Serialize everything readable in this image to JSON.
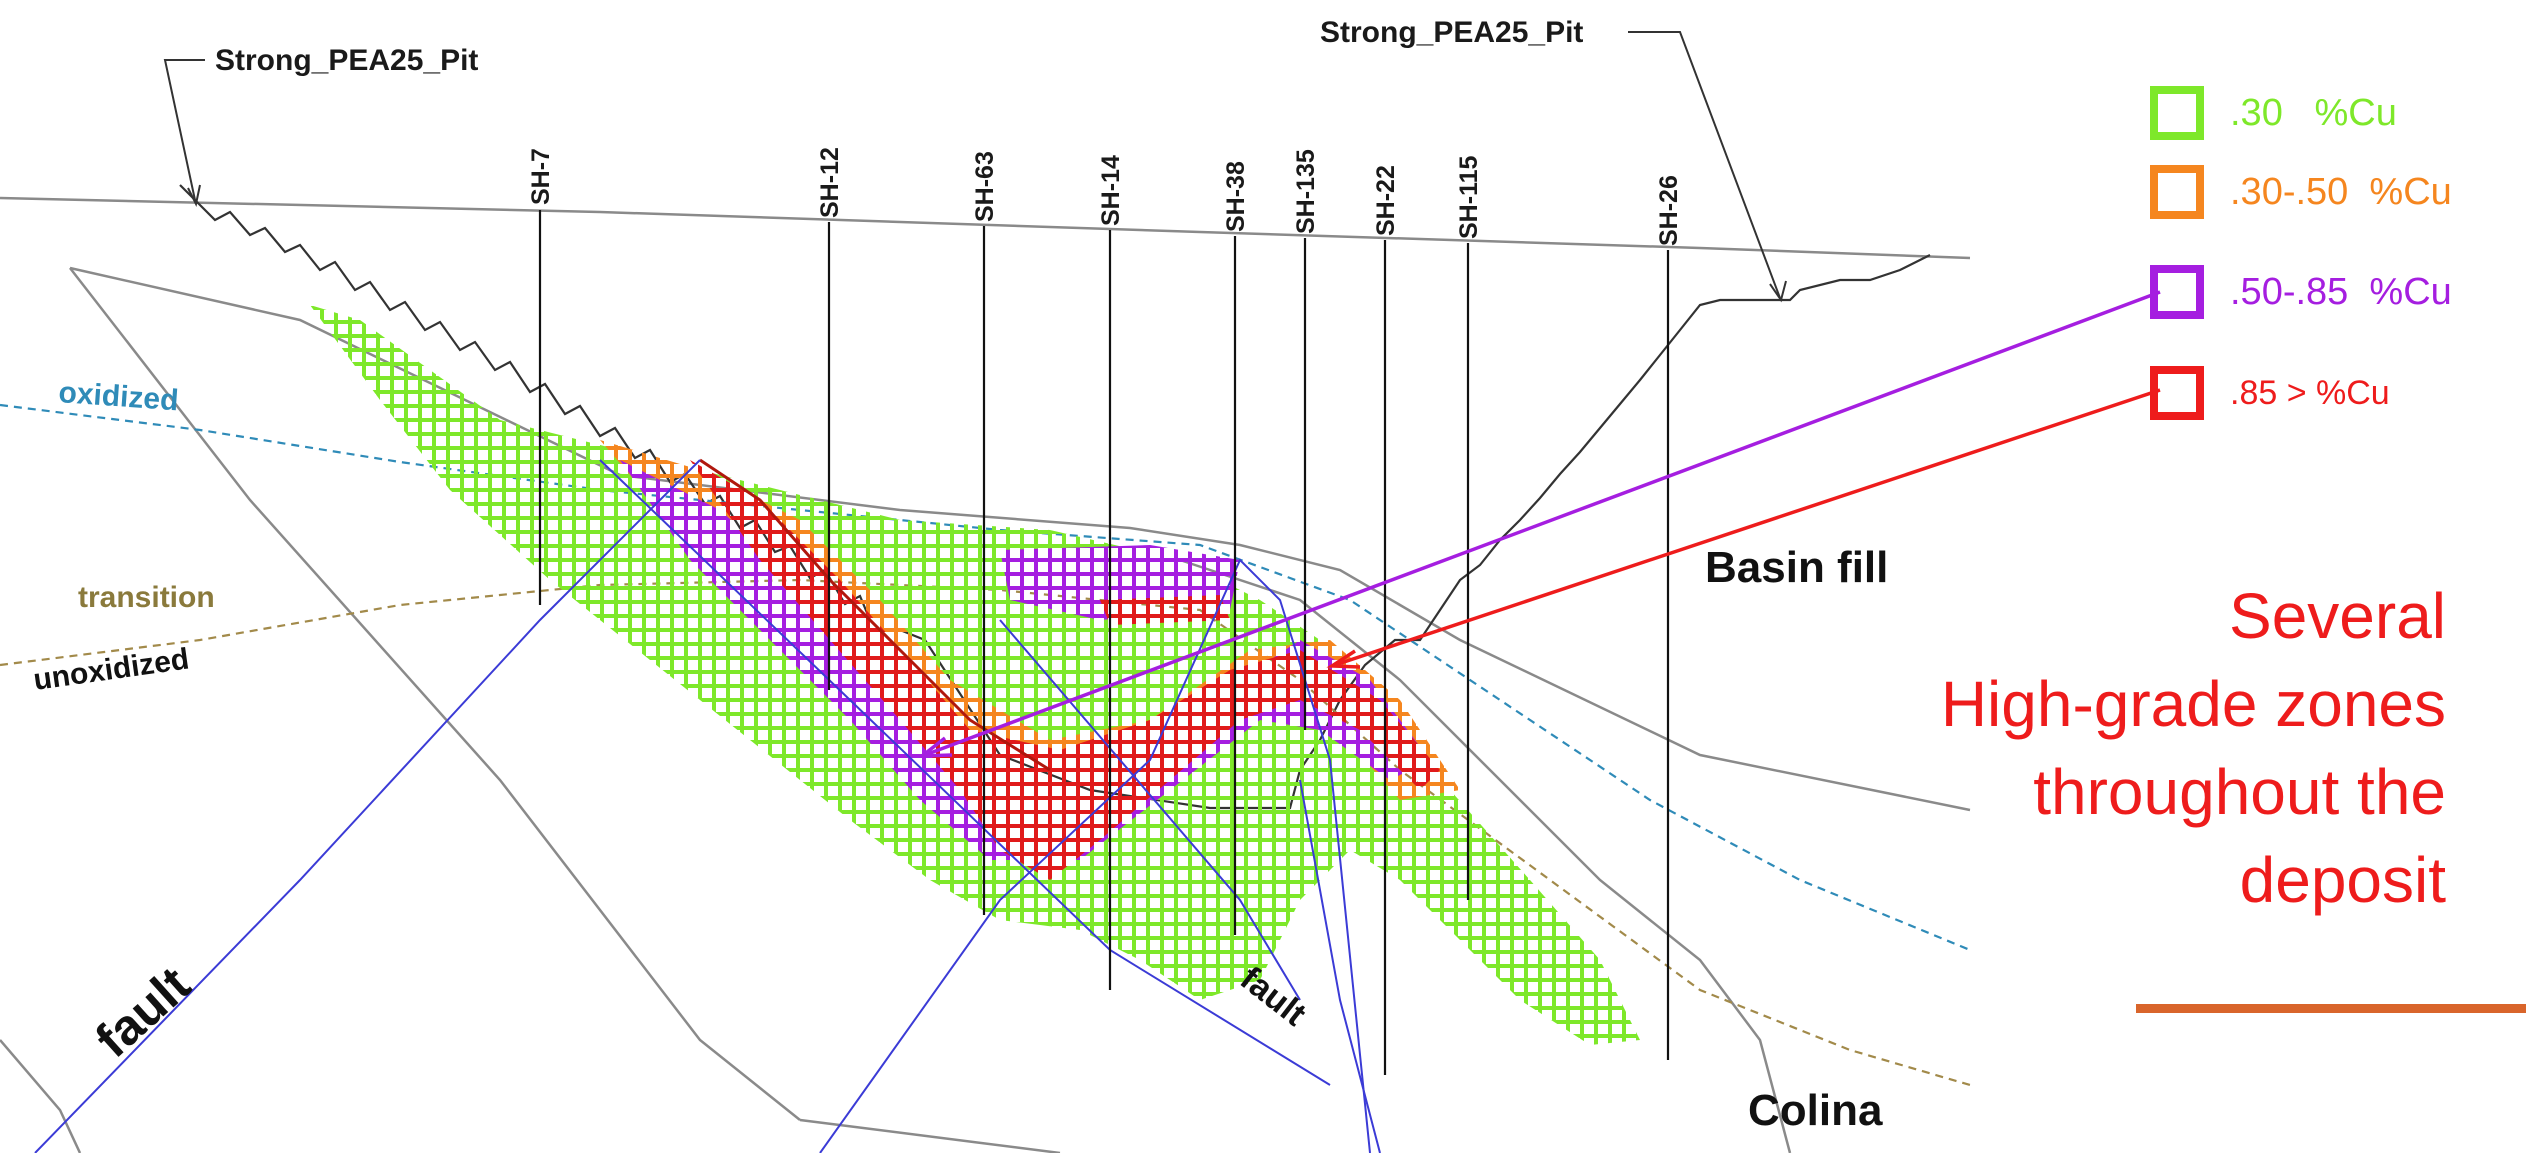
{
  "pit_labels": {
    "left": "Strong_PEA25_Pit",
    "right": "Strong_PEA25_Pit"
  },
  "drillholes": [
    "SH-7",
    "SH-12",
    "SH-63",
    "SH-14",
    "SH-38",
    "SH-135",
    "SH-22",
    "SH-115",
    "SH-26"
  ],
  "zones": {
    "oxidized": "oxidized",
    "transition": "transition",
    "unoxidized": "unoxidized"
  },
  "faults": {
    "left": "fault",
    "right": "fault"
  },
  "units": {
    "basin_fill": "Basin fill",
    "colina": "Colina"
  },
  "legend": [
    {
      "label": ".30   %Cu",
      "color": "#7ee82a"
    },
    {
      "label": ".30-.50  %Cu",
      "color": "#f5861f"
    },
    {
      "label": ".50-.85  %Cu",
      "color": "#a51ee0"
    },
    {
      "label": ".85 > %Cu",
      "color": "#ee1c1c"
    }
  ],
  "callout": {
    "line1": "Several",
    "line2": "High-grade zones",
    "line3": "throughout the",
    "line4": "deposit",
    "color": "#ee1c1c"
  },
  "colors": {
    "accent_rule": "#d9652b",
    "fault_line": "#3b3bd6",
    "oxidized_line": "#2f8bb8",
    "transition_line": "#a28a4a"
  }
}
